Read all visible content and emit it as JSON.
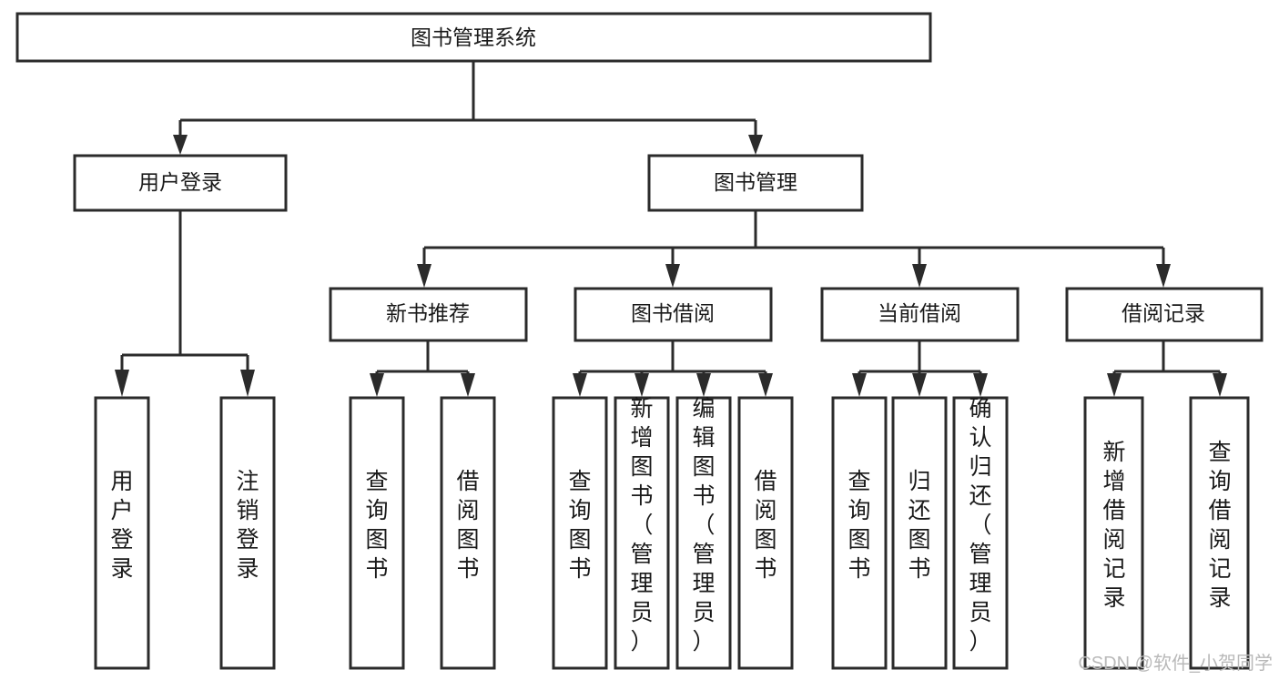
{
  "diagram": {
    "type": "tree-hierarchy-chart",
    "title": "图书管理系统",
    "watermark": "CSDN @软件_小贺同学",
    "colors": {
      "stroke": "#2b2b2b",
      "box_fill": "#ffffff",
      "text": "#1a1a1a",
      "background": "#ffffff",
      "watermark": "#b9b9b9"
    },
    "levels": [
      {
        "level": 1,
        "nodes": [
          {
            "id": "root",
            "label": "图书管理系统",
            "orientation": "horizontal"
          }
        ]
      },
      {
        "level": 2,
        "nodes": [
          {
            "id": "login",
            "label": "用户登录",
            "orientation": "horizontal",
            "parent": "root"
          },
          {
            "id": "bookmgmt",
            "label": "图书管理",
            "orientation": "horizontal",
            "parent": "root"
          }
        ]
      },
      {
        "level": 3,
        "nodes": [
          {
            "id": "newbook",
            "label": "新书推荐",
            "orientation": "horizontal",
            "parent": "bookmgmt"
          },
          {
            "id": "borrow",
            "label": "图书借阅",
            "orientation": "horizontal",
            "parent": "bookmgmt"
          },
          {
            "id": "current",
            "label": "当前借阅",
            "orientation": "horizontal",
            "parent": "bookmgmt"
          },
          {
            "id": "records",
            "label": "借阅记录",
            "orientation": "horizontal",
            "parent": "bookmgmt"
          }
        ]
      },
      {
        "level": 4,
        "nodes": [
          {
            "id": "leaf-1",
            "label": "用户登录",
            "orientation": "vertical",
            "parent": "login"
          },
          {
            "id": "leaf-2",
            "label": "注销登录",
            "orientation": "vertical",
            "parent": "login"
          },
          {
            "id": "leaf-3",
            "label": "查询图书",
            "orientation": "vertical",
            "parent": "newbook"
          },
          {
            "id": "leaf-4",
            "label": "借阅图书",
            "orientation": "vertical",
            "parent": "newbook"
          },
          {
            "id": "leaf-5",
            "label": "查询图书",
            "orientation": "vertical",
            "parent": "borrow"
          },
          {
            "id": "leaf-6",
            "label": "新增图书（管理员）",
            "orientation": "vertical",
            "parent": "borrow"
          },
          {
            "id": "leaf-7",
            "label": "编辑图书（管理员）",
            "orientation": "vertical",
            "parent": "borrow"
          },
          {
            "id": "leaf-8",
            "label": "借阅图书",
            "orientation": "vertical",
            "parent": "borrow"
          },
          {
            "id": "leaf-9",
            "label": "查询图书",
            "orientation": "vertical",
            "parent": "current"
          },
          {
            "id": "leaf-10",
            "label": "归还图书",
            "orientation": "vertical",
            "parent": "current"
          },
          {
            "id": "leaf-11",
            "label": "确认归还（管理员）",
            "orientation": "vertical",
            "parent": "current"
          },
          {
            "id": "leaf-12",
            "label": "新增借阅记录",
            "orientation": "vertical",
            "parent": "records"
          },
          {
            "id": "leaf-13",
            "label": "查询借阅记录",
            "orientation": "vertical",
            "parent": "records"
          }
        ]
      }
    ]
  },
  "nodes": {
    "root": {
      "label": "图书管理系统"
    },
    "login": {
      "label": "用户登录"
    },
    "bookmgmt": {
      "label": "图书管理"
    },
    "newbook": {
      "label": "新书推荐"
    },
    "borrow": {
      "label": "图书借阅"
    },
    "current": {
      "label": "当前借阅"
    },
    "records": {
      "label": "借阅记录"
    },
    "leaf1": {
      "label": "用户登录"
    },
    "leaf2": {
      "label": "注销登录"
    },
    "leaf3": {
      "label": "查询图书"
    },
    "leaf4": {
      "label": "借阅图书"
    },
    "leaf5": {
      "label": "查询图书"
    },
    "leaf6": {
      "label": "新增图书（管理员）"
    },
    "leaf7": {
      "label": "编辑图书（管理员）"
    },
    "leaf8": {
      "label": "借阅图书"
    },
    "leaf9": {
      "label": "查询图书"
    },
    "leaf10": {
      "label": "归还图书"
    },
    "leaf11": {
      "label": "确认归还（管理员）"
    },
    "leaf12": {
      "label": "新增借阅记录"
    },
    "leaf13": {
      "label": "查询借阅记录"
    }
  },
  "watermark": {
    "text": "CSDN @软件_小贺同学"
  }
}
